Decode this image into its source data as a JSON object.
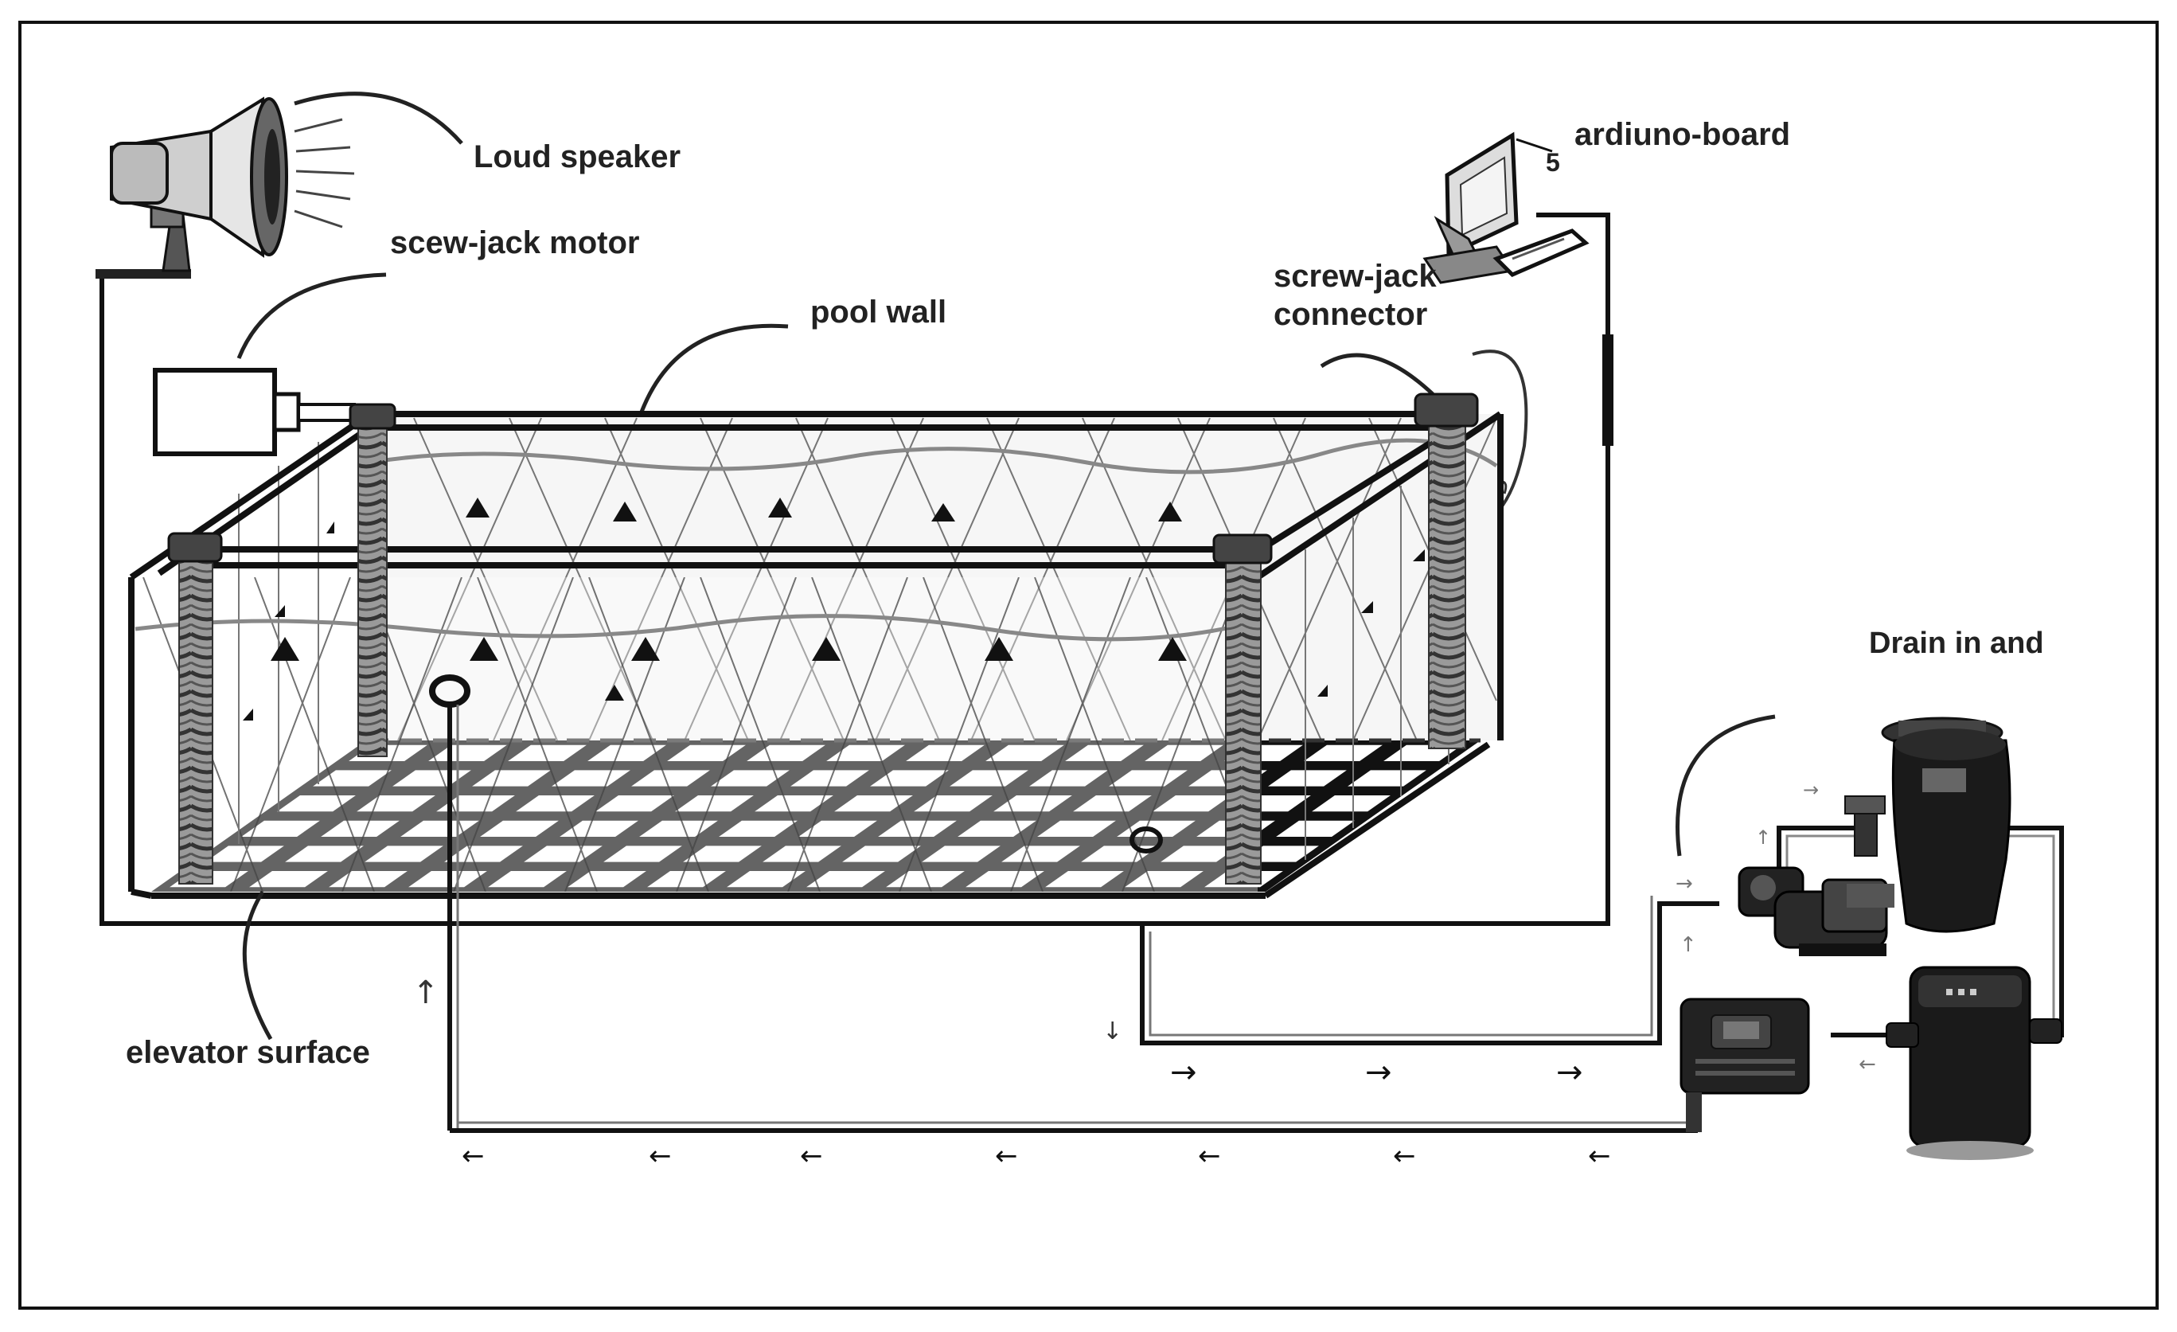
{
  "labels": {
    "loud_speaker": "Loud speaker",
    "screw_jack_motor": "scew-jack motor",
    "pool_wall": "pool wall",
    "arduino_board": "ardiuno-board",
    "arduino_number": "5",
    "screw_jack_connector_line1": "screw-jack",
    "screw_jack_connector_line2": "connector",
    "drain": "Drain in and",
    "elevator_surface": "elevator surface"
  },
  "icons": [
    "loudspeaker-icon",
    "motor-box-icon",
    "computer-monitor-icon",
    "keyboard-icon",
    "pump-icon",
    "filter-tank-icon",
    "heater-icon",
    "controller-box-icon",
    "flow-arrow-icon",
    "drain-ring-icon",
    "screw-jack-icon"
  ]
}
